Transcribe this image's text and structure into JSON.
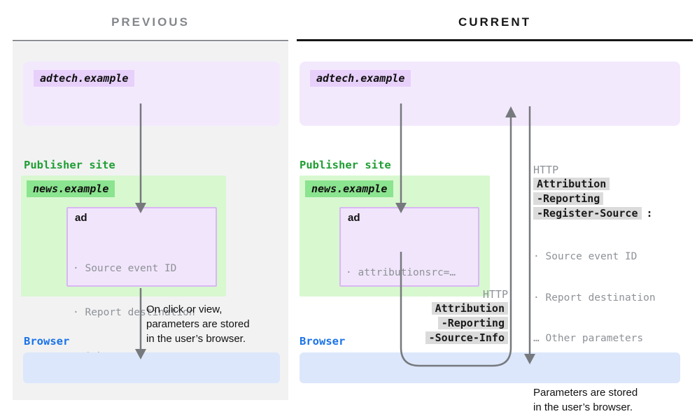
{
  "header": {
    "previous_title": "PREVIOUS",
    "current_title": "CURRENT"
  },
  "previous": {
    "adtech_label": "adtech.example",
    "publisher_site_label": "Publisher site",
    "news_label": "news.example",
    "ad_title": "ad",
    "ad_params": [
      "· Source event ID",
      "· Report destination",
      "… Other parameters"
    ],
    "click_caption": [
      "On click or view,",
      "parameters are stored",
      "in the user’s browser."
    ],
    "browser_label": "Browser"
  },
  "current": {
    "adtech_label": "adtech.example",
    "publisher_site_label": "Publisher site",
    "news_label": "news.example",
    "ad_title": "ad",
    "ad_params": [
      "· attributionsrc=…"
    ],
    "register_source": {
      "protocol": "HTTP",
      "header_lines": [
        "Attribution",
        "-Reporting",
        "-Register-Source"
      ],
      "suffix": ":",
      "params": [
        "· Source event ID",
        "· Report destination",
        "… Other parameters"
      ],
      "caption": [
        "Parameters are stored",
        "in the user’s browser."
      ]
    },
    "source_info": {
      "protocol": "HTTP",
      "header_lines": [
        "Attribution",
        "-Reporting",
        "-Source-Info"
      ]
    },
    "browser_label": "Browser"
  },
  "colors": {
    "publisher_green_text": "#1f9e33",
    "browser_blue_text": "#1a73e8",
    "adtech_box_bg": "#f3e9fd",
    "adtech_chip_bg": "#e7d0fa",
    "news_box_bg": "#d8f8d0",
    "news_chip_bg": "#8be48f",
    "browser_box_bg": "#dce7fb",
    "ad_box_bg": "#f1e5fc",
    "ad_box_border": "#d9b7f3",
    "arrow_gray": "#76797d",
    "muted_text": "#8e9297",
    "http_chip_bg": "#dbdbdb",
    "previous_panel_bg": "#f2f2f3"
  }
}
